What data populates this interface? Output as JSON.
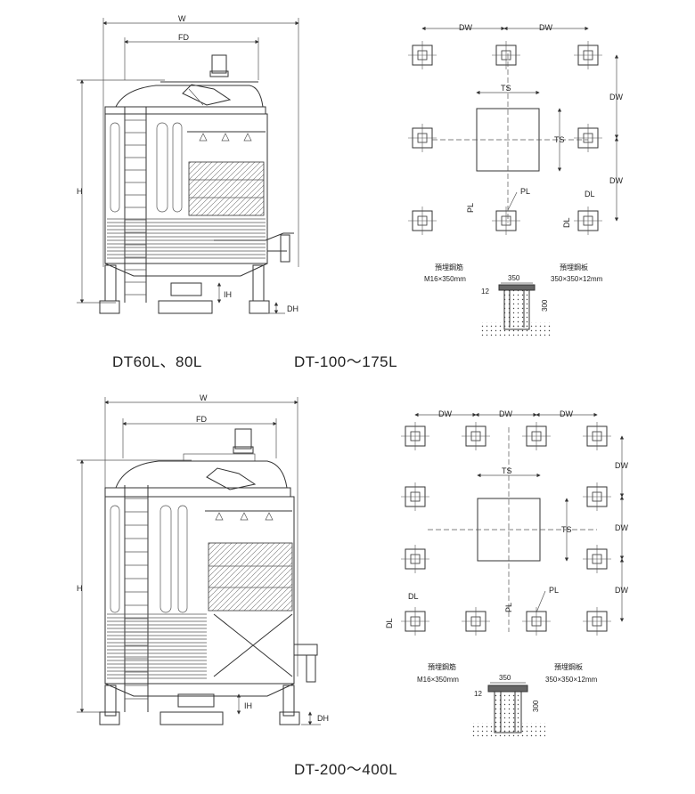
{
  "labels": {
    "w": "W",
    "fd": "FD",
    "h": "H",
    "ih": "IH",
    "dh": "DH",
    "dw": "DW",
    "ts": "TS",
    "pl": "PL",
    "dl": "DL",
    "steel_bar": "預埋鋼筋",
    "steel_bar_spec": "M16×350mm",
    "steel_plate": "預埋鋼板",
    "steel_plate_spec": "350×350×12mm",
    "dim_350": "350",
    "dim_300": "300",
    "dim_12": "12"
  },
  "captions": {
    "top_left": "DT60L、80L",
    "top_right": "DT-100～175L",
    "bottom": "DT-200～400L"
  },
  "colors": {
    "line": "#333333",
    "background": "#ffffff"
  }
}
